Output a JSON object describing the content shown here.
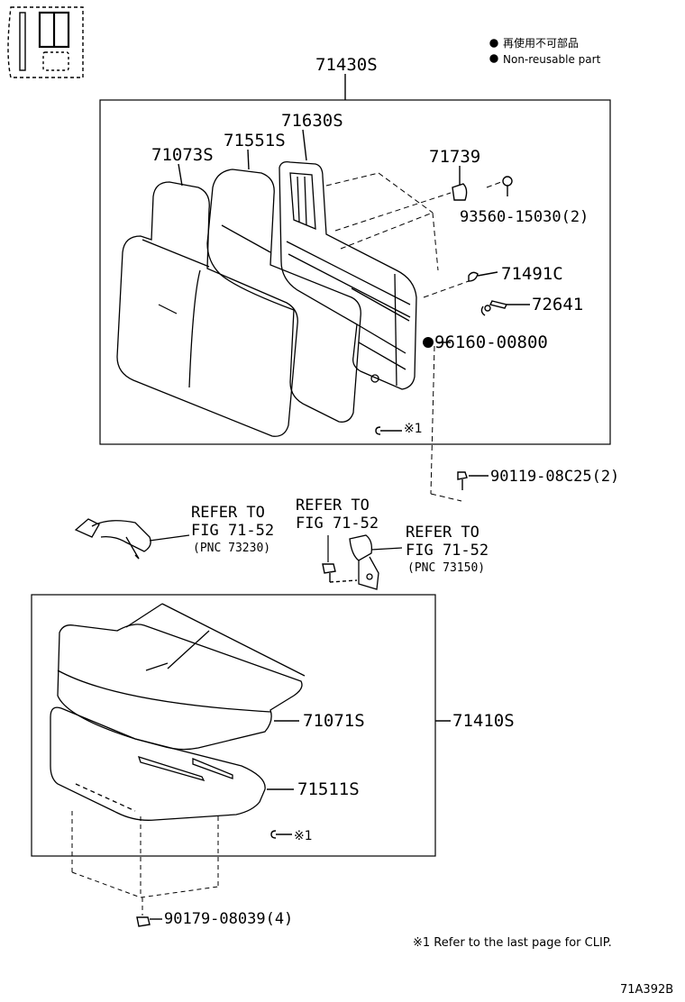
{
  "legend": {
    "line1": "再使用不可部品",
    "line2": "Non-reusable part"
  },
  "parts": {
    "p71430S": "71430S",
    "p71630S": "71630S",
    "p71551S": "71551S",
    "p71073S": "71073S",
    "p71739": "71739",
    "p93560": "93560-15030(2)",
    "p71491C": "71491C",
    "p72641": "72641",
    "p96160": "96160-00800",
    "p90119": "90119-08C25(2)",
    "p71071S": "71071S",
    "p71410S": "71410S",
    "p71511S": "71511S",
    "p90179": "90179-08039(4)"
  },
  "clip_marks": {
    "upper": "※1",
    "lower": "※1"
  },
  "references": {
    "ref1": {
      "line1": "REFER TO",
      "line2": "FIG 71-52",
      "pnc": "(PNC 73230)"
    },
    "ref2": {
      "line1": "REFER TO",
      "line2": "FIG 71-52"
    },
    "ref3": {
      "line1": "REFER TO",
      "line2": "FIG 71-52",
      "pnc": "(PNC 73150)"
    }
  },
  "footnote": "※1 Refer to the last page for CLIP.",
  "figure_code": "71A392B"
}
